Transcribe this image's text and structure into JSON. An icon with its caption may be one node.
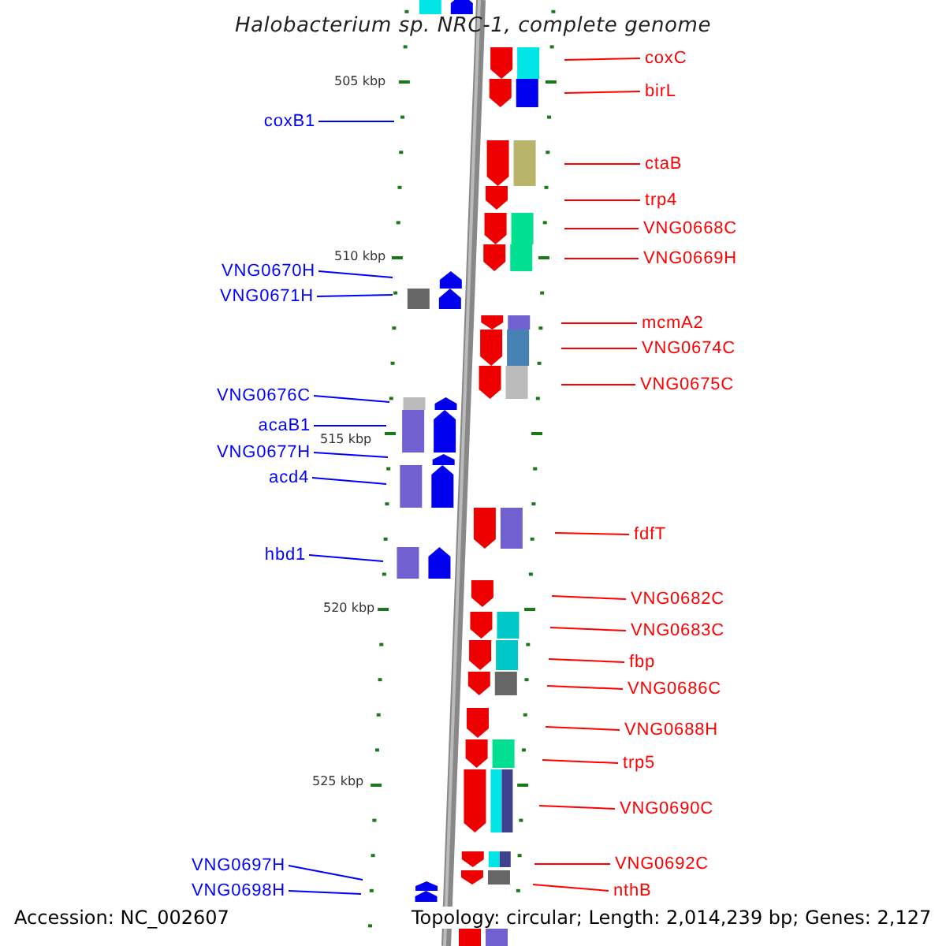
{
  "diagram": {
    "title": "Halobacterium sp. NRC-1, complete genome",
    "nodes": [
      {
        "text": [
          "coxC"
        ]
      },
      {
        "text": [
          "birL"
        ]
      },
      {
        "text": [
          "coxB1"
        ]
      },
      {
        "text": [
          "ctaB"
        ]
      },
      {
        "text": [
          "trp4"
        ]
      },
      {
        "text": [
          "VNG0668C"
        ]
      },
      {
        "text": [
          "VNG0669H"
        ]
      },
      {
        "text": [
          "VNG0670H"
        ]
      },
      {
        "text": [
          "VNG0671H"
        ]
      },
      {
        "text": [
          "mcmA2"
        ]
      },
      {
        "text": [
          "VNG0674C"
        ]
      },
      {
        "text": [
          "VNG0675C"
        ]
      },
      {
        "text": [
          "VNG0676C"
        ]
      },
      {
        "text": [
          "acaB1"
        ]
      },
      {
        "text": [
          "VNG0677H"
        ]
      },
      {
        "text": [
          "acd4"
        ]
      },
      {
        "text": [
          "fdfT"
        ]
      },
      {
        "text": [
          "hbd1"
        ]
      },
      {
        "text": [
          "VNG0682C"
        ]
      },
      {
        "text": [
          "VNG0683C"
        ]
      },
      {
        "text": [
          "fbp"
        ]
      },
      {
        "text": [
          "VNG0686C"
        ]
      },
      {
        "text": [
          "VNG0688H"
        ]
      },
      {
        "text": [
          "trp5"
        ]
      },
      {
        "text": [
          "VNG0690C"
        ]
      },
      {
        "text": [
          "VNG0692C"
        ]
      },
      {
        "text": [
          "VNG0697H"
        ]
      },
      {
        "text": [
          "nthB"
        ]
      },
      {
        "text": [
          "VNG0698H"
        ]
      }
    ],
    "edges": [
      {
        "from": 0,
        "to": null,
        "arrow": "none"
      },
      {
        "from": 1,
        "to": null,
        "arrow": "none"
      },
      {
        "from": 2,
        "to": null,
        "arrow": "none",
        "color": "#0000ff"
      },
      {
        "from": 3,
        "to": null,
        "arrow": "none"
      },
      {
        "from": 4,
        "to": null,
        "arrow": "none"
      },
      {
        "from": 5,
        "to": null,
        "arrow": "none"
      },
      {
        "from": 6,
        "to": null,
        "arrow": "none"
      },
      {
        "from": 7,
        "to": null,
        "arrow": "none",
        "color": "#0000ff"
      },
      {
        "from": 8,
        "to": null,
        "arrow": "none",
        "color": "#0000ff"
      },
      {
        "from": 9,
        "to": null,
        "arrow": "none"
      },
      {
        "from": 10,
        "to": null,
        "arrow": "none"
      },
      {
        "from": 11,
        "to": null,
        "arrow": "none"
      },
      {
        "from": 12,
        "to": null,
        "arrow": "none",
        "color": "#0000ff"
      },
      {
        "from": 13,
        "to": null,
        "arrow": "none",
        "color": "#0000ff"
      },
      {
        "from": 14,
        "to": null,
        "arrow": "none",
        "color": "#0000ff"
      },
      {
        "from": 15,
        "to": null,
        "arrow": "none",
        "color": "#0000ff"
      },
      {
        "from": 16,
        "to": null,
        "arrow": "none"
      },
      {
        "from": 17,
        "to": null,
        "arrow": "none",
        "color": "#0000ff"
      },
      {
        "from": 18,
        "to": null,
        "arrow": "none"
      },
      {
        "from": 19,
        "to": null,
        "arrow": "none"
      },
      {
        "from": 20,
        "to": null,
        "arrow": "none"
      },
      {
        "from": 21,
        "to": null,
        "arrow": "none"
      },
      {
        "from": 22,
        "to": null,
        "arrow": "none"
      },
      {
        "from": 23,
        "to": null,
        "arrow": "none"
      },
      {
        "from": 24,
        "to": null,
        "arrow": "none"
      },
      {
        "from": 25,
        "to": null,
        "arrow": "none"
      },
      {
        "from": 26,
        "to": null,
        "arrow": "none",
        "color": "#0000ff"
      },
      {
        "from": 27,
        "to": null,
        "arrow": "none"
      },
      {
        "from": 28,
        "to": null,
        "arrow": "none",
        "color": "#0000ff"
      }
    ],
    "labels": [
      "505 kbp",
      "510 kbp",
      "515 kbp",
      "520 kbp",
      "525 kbp",
      "Accession: NC_002607",
      "Topology: circular; Length: 2,014,239 bp; Genes: 2,127"
    ]
  }
}
